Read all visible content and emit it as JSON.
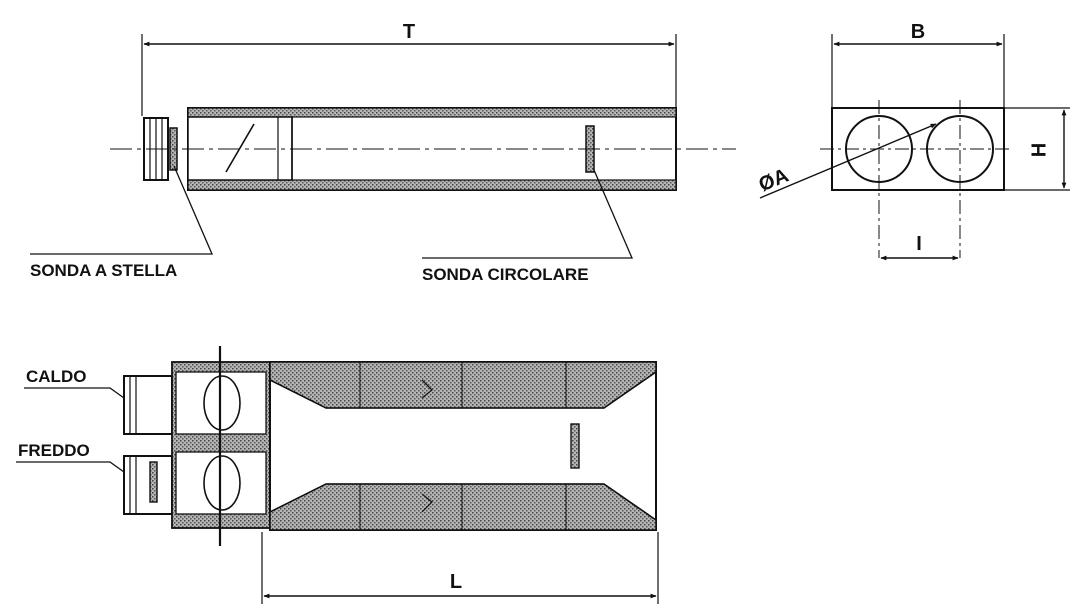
{
  "dimensions": {
    "T": "T",
    "B": "B",
    "H": "H",
    "I": "I",
    "A": "ØA",
    "L": "L"
  },
  "labels": {
    "probe_star": "SONDA A STELLA",
    "probe_circular": "SONDA  CIRCOLARE",
    "hot": "CALDO",
    "cold": "FREDDO"
  },
  "colors": {
    "ink": "#111111",
    "insulation": "#7a7a7a"
  }
}
